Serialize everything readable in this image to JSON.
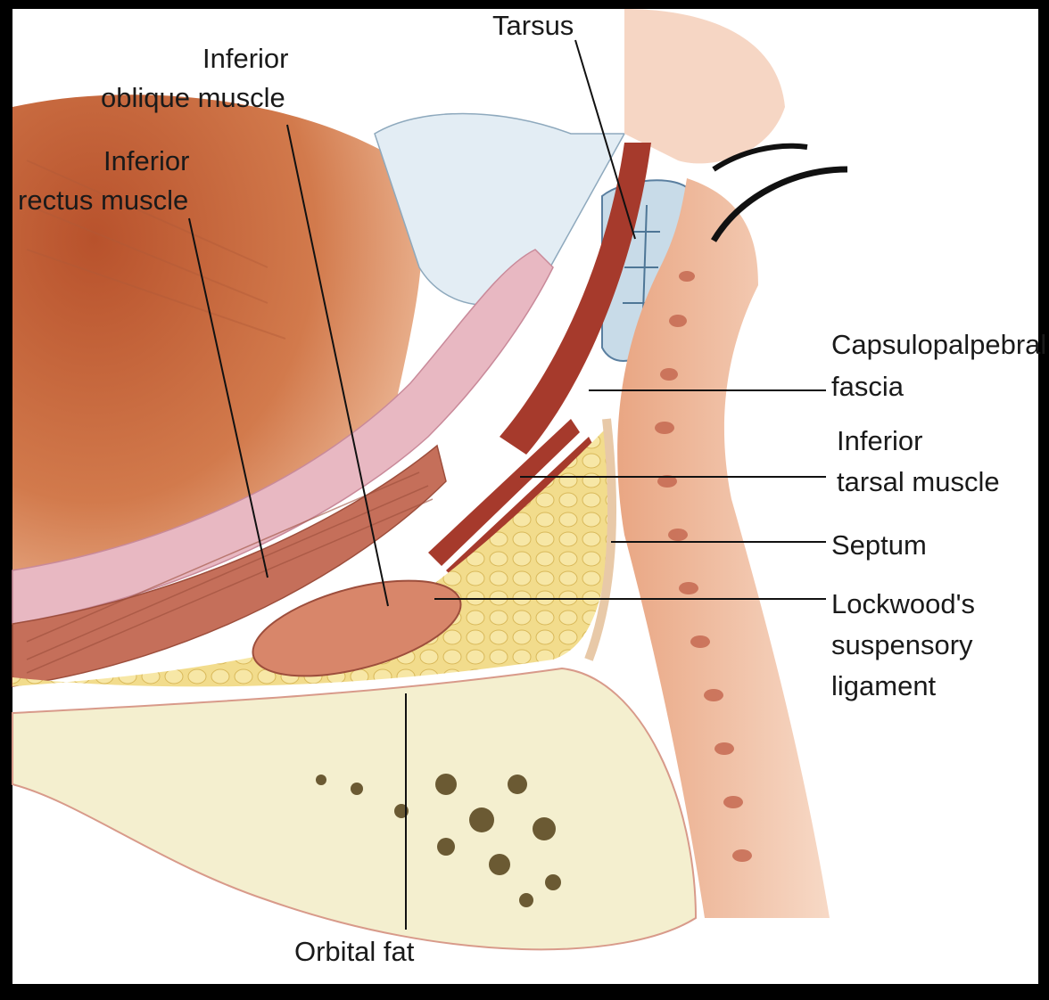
{
  "labels": {
    "tarsus": "Tarsus",
    "inferior_oblique_1": "Inferior",
    "inferior_oblique_2": "oblique muscle",
    "inferior_rectus_1": "Inferior",
    "inferior_rectus_2": "rectus muscle",
    "capsulopalpebral_1": "Capsulopalpebral",
    "capsulopalpebral_2": "fascia",
    "inferior_tarsal_1": "Inferior",
    "inferior_tarsal_2": "tarsal muscle",
    "septum": "Septum",
    "lockwood_1": "Lockwood's",
    "lockwood_2": "suspensory",
    "lockwood_3": "ligament",
    "orbital_fat": "Orbital fat"
  },
  "colors": {
    "frame": "#000000",
    "background": "#ffffff",
    "globe": "#c86a3f",
    "muscle": "#c56f5a",
    "fascia_pink": "#e8b8c2",
    "tarsus_blue": "#c8dbe8",
    "orbital_fat": "#f2dc8c",
    "bone": "#f4efcf",
    "skin": "#e8a27e",
    "leader": "#111111"
  }
}
